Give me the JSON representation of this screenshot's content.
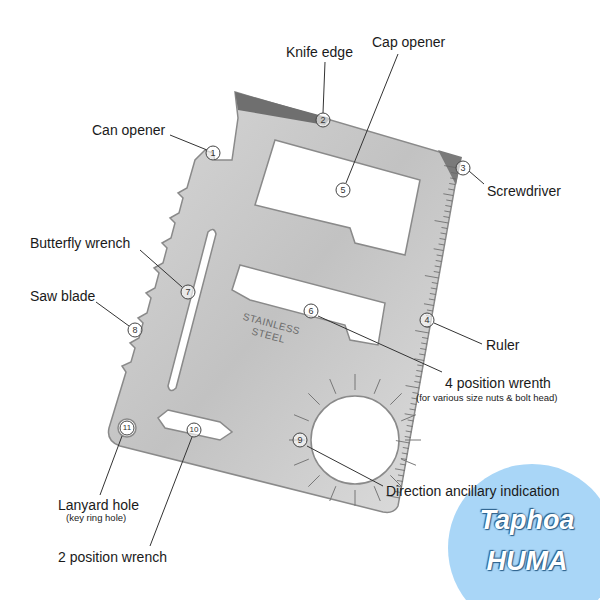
{
  "diagram": {
    "labels": [
      "Knife edge",
      "Cap opener",
      "Can opener",
      "Screwdriver",
      "Butterfly wrench",
      "Saw blade",
      "Ruler",
      "4 position wrenth",
      "(for various size nuts & bolt head)",
      "Direction ancillary indication",
      "Lanyard hole",
      "(key ring hole)",
      "2 position wrench",
      "STAINLESS STEEL",
      "Taphoa HUMA",
      "1",
      "2",
      "3",
      "4",
      "5",
      "6",
      "7",
      "8",
      "9",
      "10",
      "11"
    ]
  }
}
